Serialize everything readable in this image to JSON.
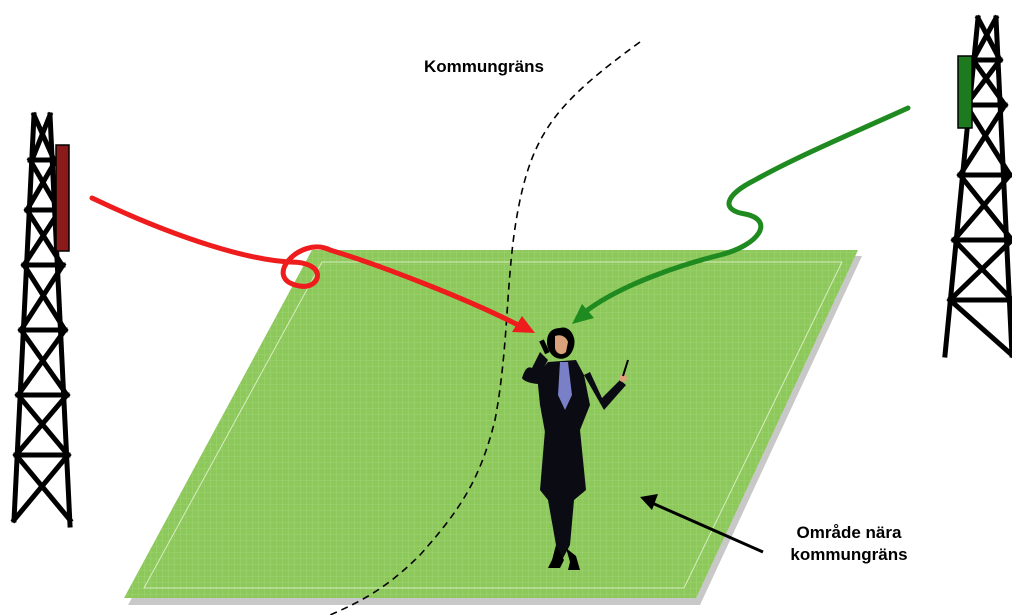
{
  "labels": {
    "municipal_border": "Kommungräns",
    "area_line1": "Område nära",
    "area_line2": "kommungräns"
  },
  "colors": {
    "area_fill": "#8cc85a",
    "area_grid": "#a6d67a",
    "area_edge": "#b8b8b8",
    "left_antenna": "#8b1a1a",
    "right_antenna": "#1e7a1e",
    "left_signal": "#ee1c1c",
    "right_signal": "#1f8a1f",
    "tower": "#000000",
    "border_line": "#000000"
  },
  "icons": {
    "left_tower": "transmission-tower",
    "right_tower": "transmission-tower",
    "person": "businesswoman-on-phone"
  }
}
